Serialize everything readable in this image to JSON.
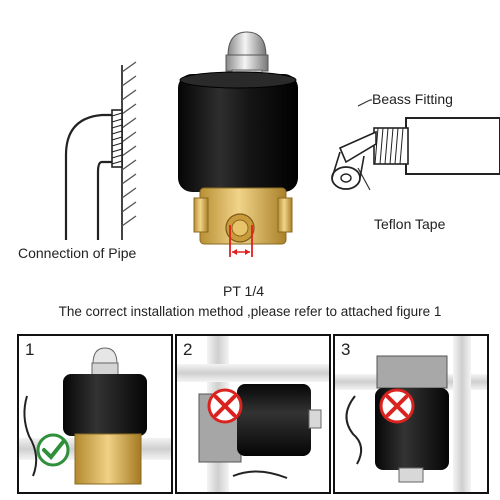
{
  "labels": {
    "connection_of_pipe": "Connection of Pipe",
    "brass_fitting": "Beass Fitting",
    "teflon_tape": "Teflon Tape",
    "port_size": "PT 1/4"
  },
  "caption": "The correct installation method ,please refer to attached figure 1",
  "panels": [
    {
      "number": "1",
      "status": "correct"
    },
    {
      "number": "2",
      "status": "incorrect"
    },
    {
      "number": "3",
      "status": "incorrect"
    }
  ],
  "colors": {
    "coil_body": "#1a1a1a",
    "brass": "#d8b45a",
    "measure_red": "#e0201f",
    "error_red": "#d9231f",
    "check_green": "#2f8f3a"
  }
}
